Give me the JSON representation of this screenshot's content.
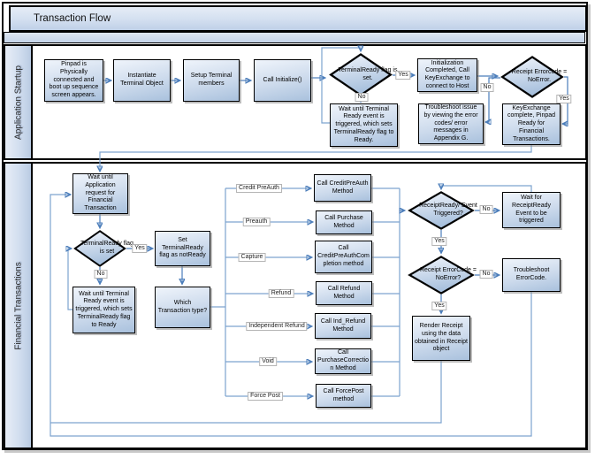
{
  "title": "Transaction Flow",
  "lanes": {
    "startup": "Application Startup",
    "financial": "Financial Transactions"
  },
  "labels": {
    "yes": "Yes",
    "no": "No"
  },
  "nodes": {
    "pinpad": "Pinpad is Physically connected and boot up sequence screen appears.",
    "instantiate": "Instantiate Terminal Object",
    "setup_terminal": "Setup Terminal members",
    "call_initialize": "Call Initialize()",
    "terminal_ready_startup": "TerminalReady flag is set.",
    "init_completed": "Initialization Completed, Call KeyExchange to connect to Host",
    "receipt_errorcode_startup": "Receipt Errorcode = NoError.",
    "wait_terminal_startup": "Wait until Terminal Ready event is triggered, which sets TerminalReady flag to Ready.",
    "troubleshoot_appendix": "Troubleshoot issue by viewing the error codes/ error messages in Appendix G.",
    "keyexchange_complete": "KeyExchange complete, Pinpad Ready for Financial Transactions.",
    "wait_app_request": "Wait until Application request for Financial Transaction",
    "terminal_ready_fin": "TerminalReady flag is set",
    "set_not_ready": "Set TerminalReady flag as notReady",
    "wait_terminal_fin": "Wait until Terminal Ready event is triggered, which sets TerminalReady flag to Ready",
    "which_transaction": "Which Transaction type?",
    "call_credit_preauth": "Call CreditPreAuth Method",
    "call_purchase": "Call Purchase Method",
    "call_preauth_completion": "Call CreditPreAuthCompletion method",
    "call_refund": "Call Refund Method",
    "call_ind_refund": "Call Ind_Refund Method",
    "call_purchase_correction": "Call PurchaseCorrection Method",
    "call_forcepost": "Call ForcePost method",
    "receipt_ready_event": "ReceiptReady/ Event Triggered?",
    "wait_receipt_ready": "Wait for ReceiptReady Event to be triggered",
    "receipt_errorcode_fin": "Receipt ErrorCode = NoError?",
    "troubleshoot_errorcode": "Troubleshoot ErrorCode.",
    "render_receipt": "Render Receipt using the data obtained in Receipt object"
  },
  "branches": {
    "credit_preauth": "Credit PreAuth",
    "preauth": "Preauth",
    "capture": "Capture",
    "refund": "Refund",
    "independent_refund": "Independent Refund",
    "void_txn": "Void",
    "force_post": "Force Post"
  },
  "colors": {
    "connector": "#4b7dba",
    "connector_light": "#7da3cf",
    "arrowhead": "#2d5c9c",
    "node_border": "#000000",
    "node_fill_top": "#eff4fb",
    "node_fill_bottom": "#a9c1dd",
    "band_fill": "#c9d7ea"
  }
}
